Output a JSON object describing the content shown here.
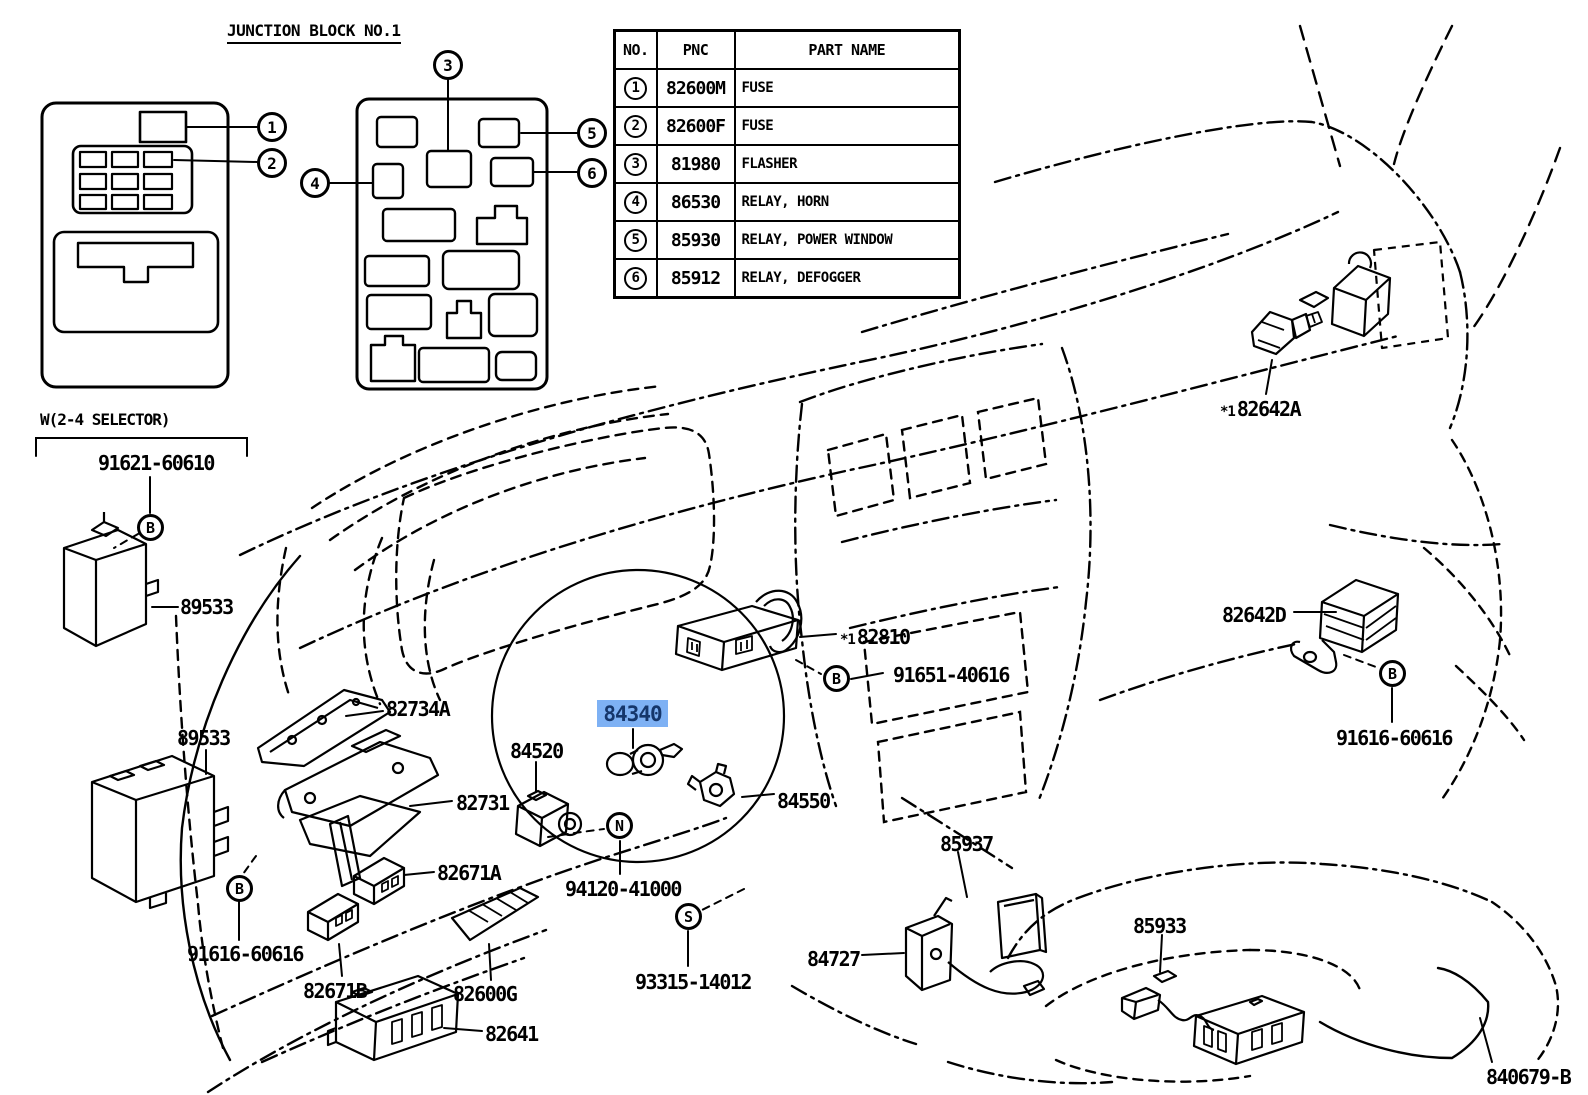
{
  "header": {
    "title": "JUNCTION BLOCK NO.1"
  },
  "parts_table": {
    "headers": [
      "NO.",
      "PNC",
      "PART NAME"
    ],
    "rows": [
      {
        "no": "1",
        "pnc": "82600M",
        "name": "FUSE"
      },
      {
        "no": "2",
        "pnc": "82600F",
        "name": "FUSE"
      },
      {
        "no": "3",
        "pnc": "81980",
        "name": "FLASHER"
      },
      {
        "no": "4",
        "pnc": "86530",
        "name": "RELAY, HORN"
      },
      {
        "no": "5",
        "pnc": "85930",
        "name": "RELAY, POWER WINDOW"
      },
      {
        "no": "6",
        "pnc": "85912",
        "name": "RELAY, DEFOGGER"
      }
    ]
  },
  "junction_block": {
    "callouts": [
      "1",
      "2",
      "3",
      "4",
      "5",
      "6"
    ]
  },
  "selector_group": {
    "caption": "W(2-4 SELECTOR)",
    "bolt": "91621-60610"
  },
  "labels": {
    "relay_89533_upper": "89533",
    "relay_89533_lower": "89533",
    "bolt_91616_60616_left": "91616-60616",
    "bracket_82734a": "82734A",
    "bracket_82731": "82731",
    "relay_82671a": "82671A",
    "relay_82671b": "82671B",
    "plate_82600g": "82600G",
    "block_82641": "82641",
    "switch_84520": "84520",
    "screw_94120_41000": "94120-41000",
    "screw_93315_14012": "93315-14012",
    "switch_84550": "84550",
    "clock_82810": {
      "prefix": "*1",
      "number": "82810"
    },
    "bolt_91651_40616": "91651-40616",
    "switch_84727": "84727",
    "plate_85937": "85937",
    "buzzer_85933": "85933",
    "sensor_82642a": {
      "prefix": "*1",
      "number": "82642A"
    },
    "relay_82642d": "82642D",
    "bolt_91616_60616_right": "91616-60616",
    "figure_ref_840679b": "840679-B"
  },
  "connectors": {
    "b_selector": "B",
    "b_relay_lower": "B",
    "n_screw": "N",
    "s_screw": "S",
    "b_cluster": "B",
    "b_defogger": "B"
  },
  "highlight": {
    "part": "84340",
    "bg": "#7EB1F4",
    "fg": "#15366B"
  }
}
